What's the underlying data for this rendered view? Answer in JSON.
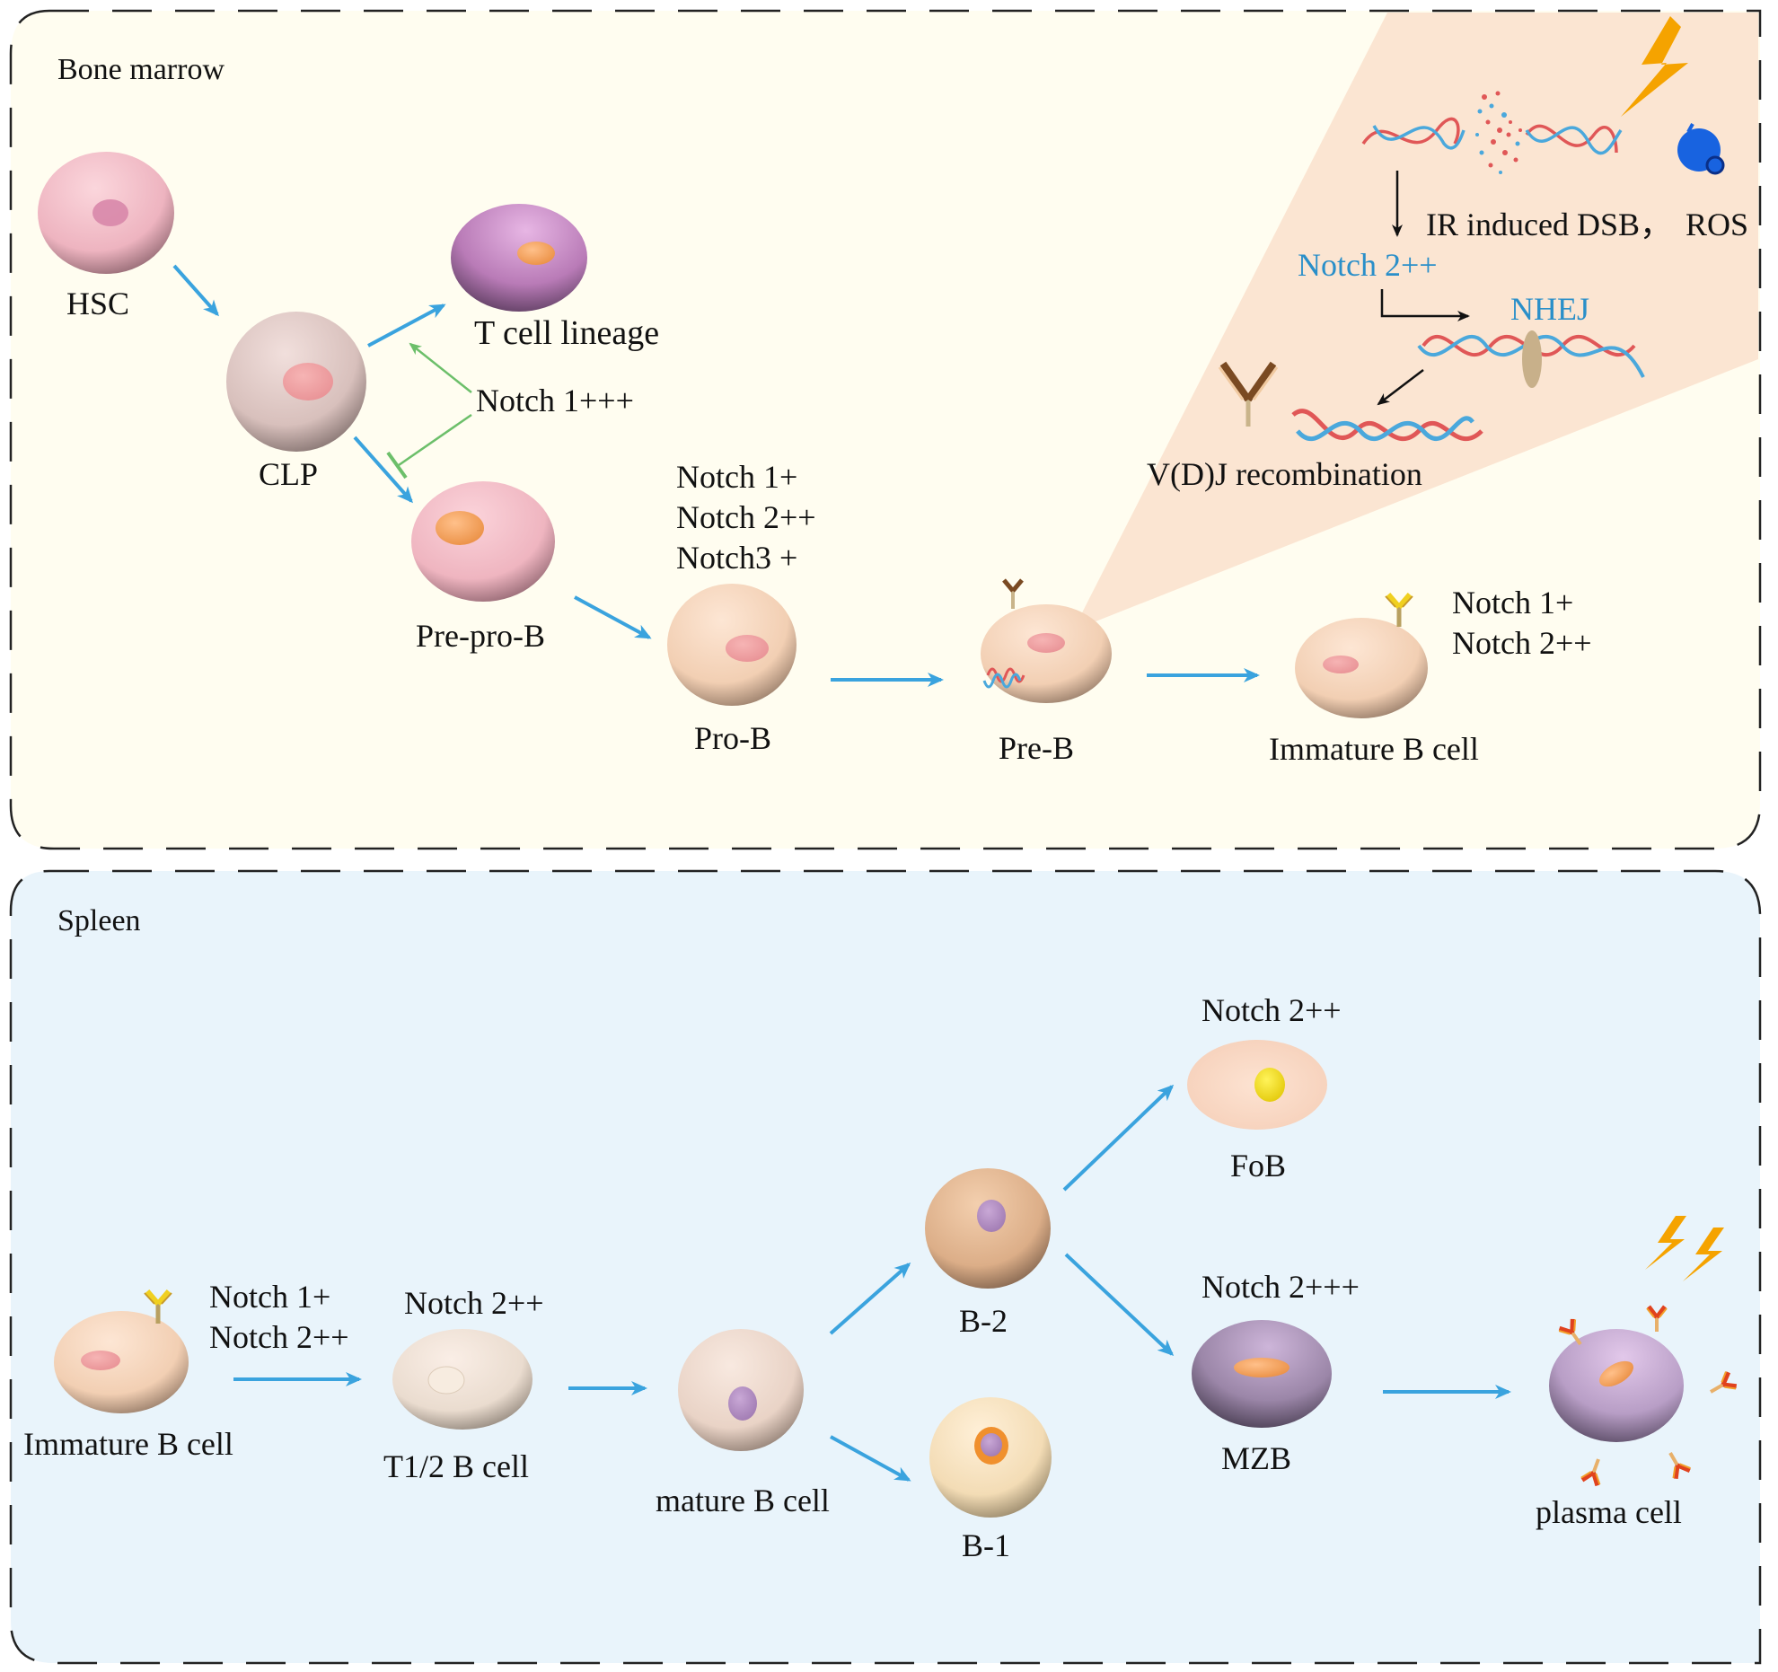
{
  "panels": {
    "bone_marrow": {
      "title": "Bone marrow",
      "bg": "#fffdf0"
    },
    "spleen": {
      "title": "Spleen",
      "bg": "#e9f4fb"
    }
  },
  "colors": {
    "arrow_blue": "#3aa3de",
    "inhibit_green": "#6cbf6a",
    "dna_red": "#e05757",
    "dna_blue": "#4aa8dc",
    "bolt_orange": "#f5a300",
    "ros_blue": "#1863e0"
  },
  "bone_marrow": {
    "hsc": "HSC",
    "clp": "CLP",
    "t_lineage": "T cell lineage",
    "notch1_strong": "Notch 1+++",
    "pre_pro_b": "Pre-pro-B",
    "pro_b": "Pro-B",
    "pro_b_notch": [
      "Notch 1+",
      "Notch 2++",
      "Notch3 +"
    ],
    "pre_b": "Pre-B",
    "immature_b": "Immature B cell",
    "immature_notch": [
      "Notch 1+",
      "Notch 2++"
    ],
    "ir_dsb": "IR induced DSB，",
    "ros": "ROS",
    "notch2_blue": "Notch 2++",
    "nhej": "NHEJ",
    "vdj": "V(D)J recombination"
  },
  "spleen": {
    "immature_b": "Immature B cell",
    "immature_notch": [
      "Notch 1+",
      "Notch 2++"
    ],
    "t12_notch": "Notch 2++",
    "t12": "T1/2 B cell",
    "mature_b": "mature B cell",
    "b2": "B-2",
    "b1": "B-1",
    "fob_notch": "Notch 2++",
    "fob": "FoB",
    "mzb_notch": "Notch 2+++",
    "mzb": "MZB",
    "plasma": "plasma cell"
  }
}
